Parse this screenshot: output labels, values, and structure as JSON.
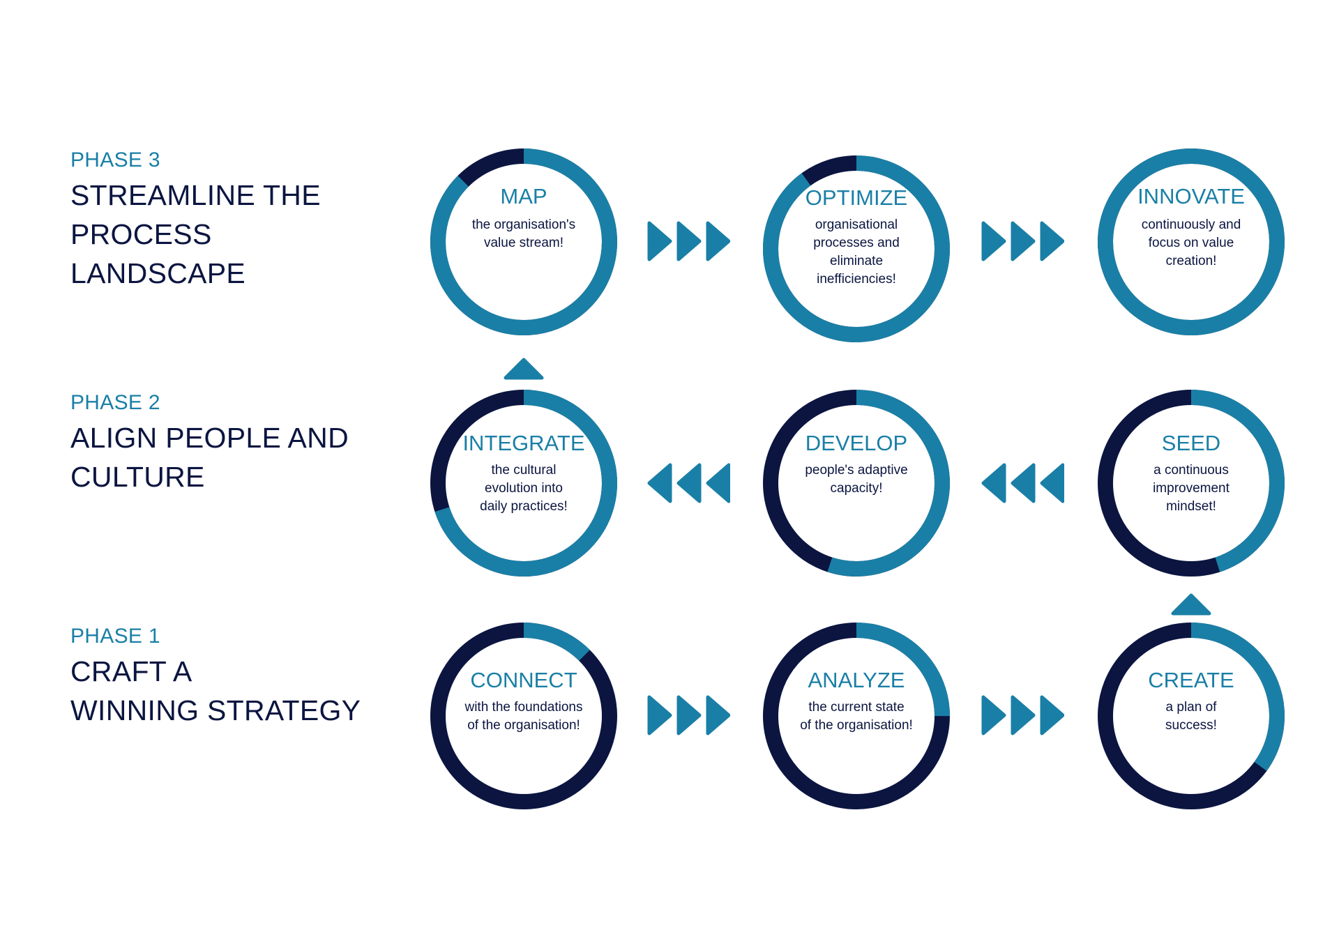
{
  "colors": {
    "accent": "#1a7fa6",
    "dark": "#0b1540",
    "background": "#ffffff"
  },
  "phases": [
    {
      "label": "PHASE 3",
      "title": "STREAMLINE THE\nPROCESS LANDSCAPE"
    },
    {
      "label": "PHASE 2",
      "title": "ALIGN PEOPLE AND\nCULTURE"
    },
    {
      "label": "PHASE 1",
      "title": "CRAFT A\nWINNING STRATEGY"
    }
  ],
  "nodes": [
    {
      "title": "MAP",
      "desc": "the organisation's\nvalue stream!",
      "progress": 0.875
    },
    {
      "title": "OPTIMIZE",
      "desc": "organisational\nprocesses and\neliminate\ninefficiencies!",
      "progress": 0.9
    },
    {
      "title": "INNOVATE",
      "desc": "continuously and\nfocus on value\ncreation!",
      "progress": 1.0
    },
    {
      "title": "INTEGRATE",
      "desc": "the cultural\nevolution into\ndaily practices!",
      "progress": 0.7
    },
    {
      "title": "DEVELOP",
      "desc": "people's adaptive\ncapacity!",
      "progress": 0.55
    },
    {
      "title": "SEED",
      "desc": "a continuous\nimprovement\nmindset!",
      "progress": 0.45
    },
    {
      "title": "CONNECT",
      "desc": "with the foundations\nof the organisation!",
      "progress": 0.125
    },
    {
      "title": "ANALYZE",
      "desc": "the current state\nof the organisation!",
      "progress": 0.25
    },
    {
      "title": "CREATE",
      "desc": "a plan of\nsuccess!",
      "progress": 0.35
    }
  ],
  "connectors": [
    {
      "direction": "right",
      "icon": "triple-chevron-right-icon"
    },
    {
      "direction": "right",
      "icon": "triple-chevron-right-icon"
    },
    {
      "direction": "left",
      "icon": "triple-chevron-left-icon"
    },
    {
      "direction": "left",
      "icon": "triple-chevron-left-icon"
    },
    {
      "direction": "right",
      "icon": "triple-chevron-right-icon"
    },
    {
      "direction": "right",
      "icon": "triple-chevron-right-icon"
    },
    {
      "direction": "up",
      "icon": "up-arrow-icon"
    },
    {
      "direction": "up",
      "icon": "up-arrow-icon"
    }
  ]
}
